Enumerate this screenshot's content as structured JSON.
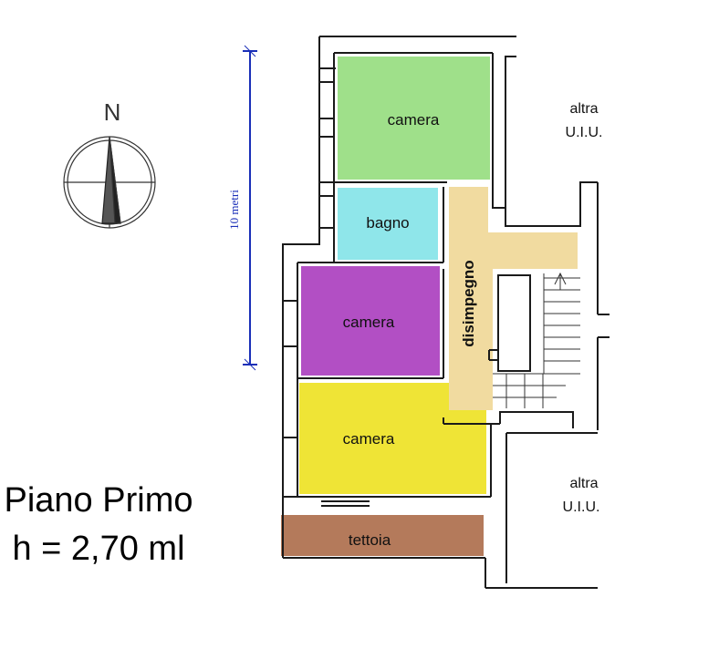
{
  "plan": {
    "title_line1": "Piano Primo",
    "title_line2": "h = 2,70 ml",
    "scale_label": "10 metri",
    "north_label": "N"
  },
  "rooms": {
    "camera_top": "camera",
    "bagno": "bagno",
    "camera_middle": "camera",
    "camera_bottom": "camera",
    "disimpegno": "disimpegno",
    "tettoia": "tettoia"
  },
  "neighbors": {
    "top_line1": "altra",
    "top_line2": "U.I.U.",
    "bottom_line1": "altra",
    "bottom_line2": "U.I.U."
  },
  "colors": {
    "camera_top": "#9fe08a",
    "bagno": "#8fe6ea",
    "camera_middle": "#b24fc4",
    "camera_bottom": "#efe436",
    "disimpegno": "#f1dba0",
    "tettoia": "#b47a5b",
    "walls": "#1a1a1a",
    "scale": "#1a2fb8"
  }
}
